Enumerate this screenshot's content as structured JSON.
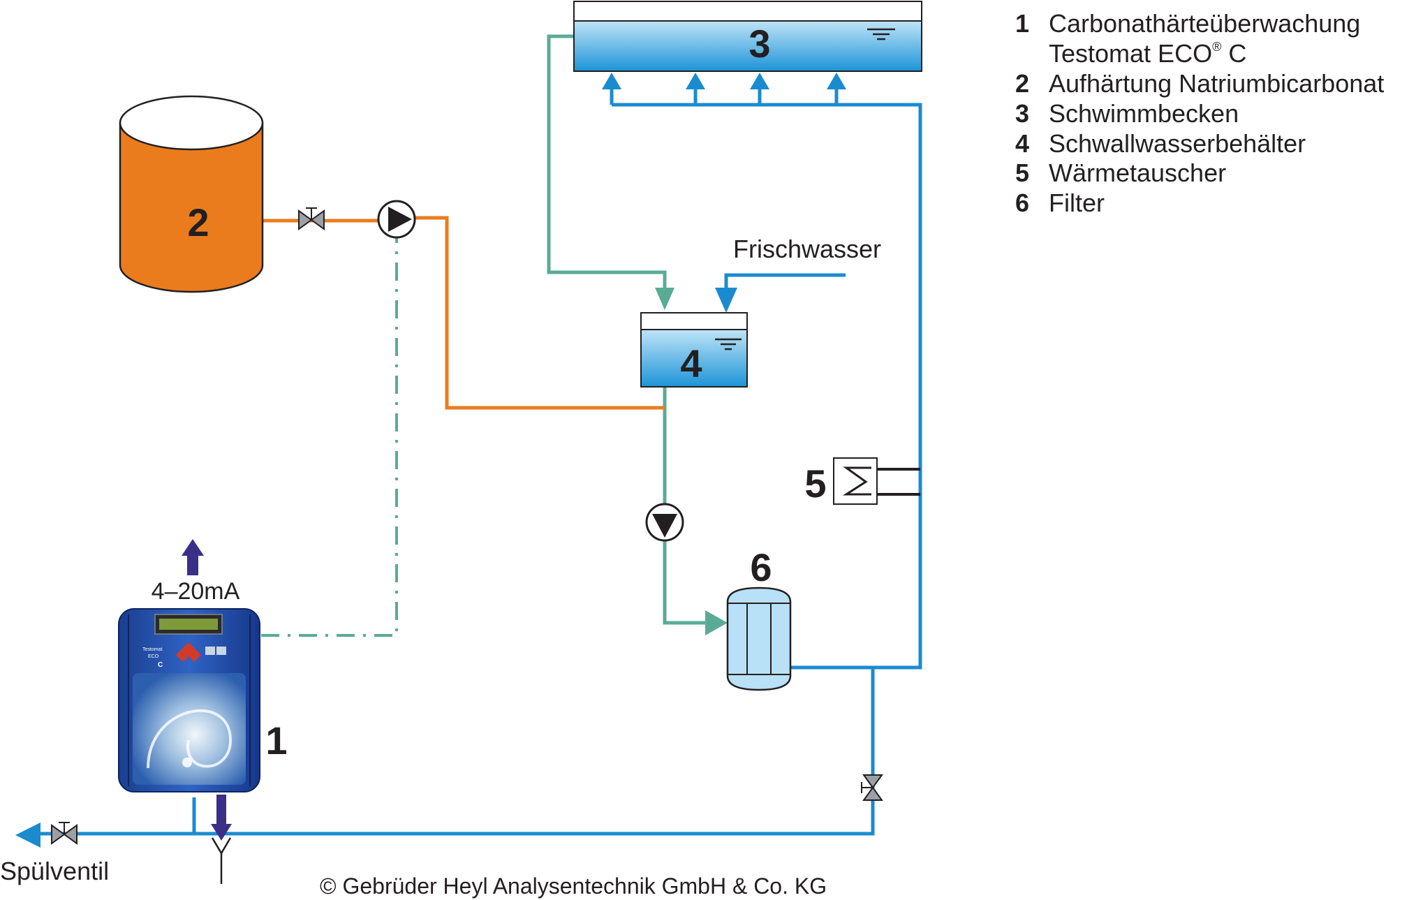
{
  "labels": {
    "n1": "1",
    "n2": "2",
    "n3": "3",
    "n4": "4",
    "n5": "5",
    "n6": "6",
    "frischwasser": "Frischwasser",
    "signal": "4–20mA",
    "spuelventil": "Spülventil",
    "copyright": "© Gebrüder Heyl Analysentechnik GmbH & Co. KG"
  },
  "device": {
    "brand": "Testomat",
    "model": "ECO",
    "variant": "C"
  },
  "legend": [
    {
      "num": "1",
      "text": "Carbonathärteüberwachung",
      "sub_pre": "Testomat ECO",
      "sub_reg": "®",
      "sub_post": " C"
    },
    {
      "num": "2",
      "text": "Aufhärtung Natriumbicarbonat"
    },
    {
      "num": "3",
      "text": "Schwimmbecken"
    },
    {
      "num": "4",
      "text": "Schwallwasserbehälter"
    },
    {
      "num": "5",
      "text": "Wärmetauscher"
    },
    {
      "num": "6",
      "text": "Filter"
    }
  ],
  "colors": {
    "blue_line": "#1b8bd0",
    "green_line": "#5aab95",
    "orange": "#ea7c1e",
    "water_top": "#bfe4f7",
    "water_bottom": "#1f95d8",
    "filter_fill": "#b8e0f6",
    "signal_arrow": "#3b2f88",
    "text": "#231f20"
  }
}
